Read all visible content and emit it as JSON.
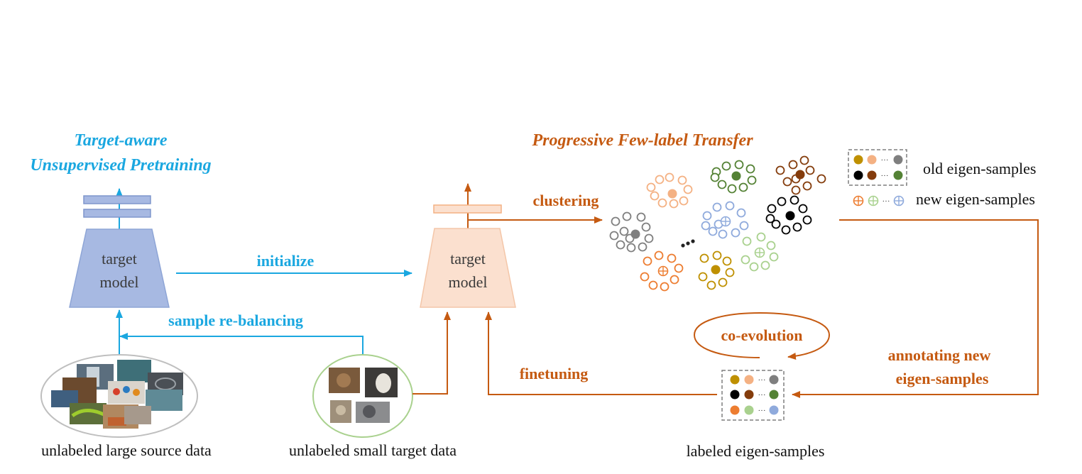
{
  "left_panel": {
    "title_line1": "Target-aware",
    "title_line2": "Unsupervised Pretraining",
    "model_line1": "target",
    "model_line2": "model",
    "initialize_label": "initialize",
    "rebalancing_label": "sample re-balancing",
    "source_caption": "unlabeled large source data",
    "target_caption": "unlabeled small target data"
  },
  "right_panel": {
    "title": "Progressive Few-label Transfer",
    "model_line1": "target",
    "model_line2": "model",
    "clustering_label": "clustering",
    "finetuning_label": "finetuning",
    "coevolution_label": "co-evolution",
    "annotating_line1": "annotating new",
    "annotating_line2": "eigen-samples",
    "labeled_caption": "labeled eigen-samples"
  },
  "legend": {
    "old_label": "old eigen-samples",
    "new_label": "new eigen-samples",
    "ellipsis": "···"
  },
  "colors": {
    "blue_text": "#1aa7e0",
    "orange_text": "#c55a11",
    "model_blue": "#a7b9e2",
    "model_orange": "#fbe0cf",
    "cluster_colors": [
      "#7f7f7f",
      "#f4b183",
      "#548235",
      "#843c0c",
      "#000000",
      "#8faadc",
      "#a9d18e",
      "#bf9000",
      "#ed7d31"
    ]
  }
}
